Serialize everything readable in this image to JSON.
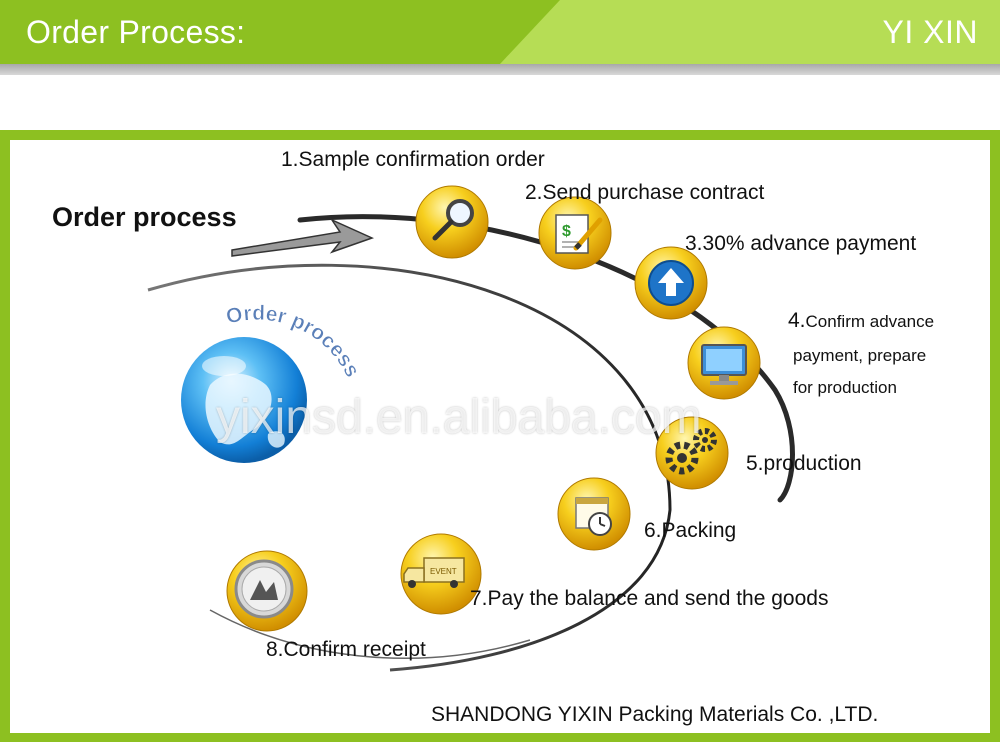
{
  "header": {
    "title": "Order Process:",
    "brand": "YI XIN"
  },
  "diagram": {
    "heading": "Order process",
    "globe_label": "Order process",
    "steps": [
      {
        "label": "1.Sample confirmation order",
        "icon": "magnifier-icon"
      },
      {
        "label": "2.Send purchase contract",
        "icon": "contract-pen-icon"
      },
      {
        "label": "3.30% advance payment",
        "icon": "upload-arrow-icon"
      },
      {
        "label_lines": [
          "4.Confirm advance",
          "payment, prepare",
          "for production"
        ],
        "icon": "monitor-icon"
      },
      {
        "label": "5.production",
        "icon": "gears-icon"
      },
      {
        "label": "6.Packing",
        "icon": "calendar-clock-icon"
      },
      {
        "label": "7.Pay the balance and send the goods",
        "icon": "delivery-truck-icon"
      },
      {
        "label": "8.Confirm receipt",
        "icon": "coin-icon"
      }
    ],
    "truck_text": "EVENT"
  },
  "watermark": "yixinsd.en.alibaba.com",
  "company": "SHANDONG YIXIN Packing Materials Co. ,LTD.",
  "colors": {
    "header_green": "#8dc021",
    "header_light_green": "#b6dd55",
    "badge_gold": "#f0b80a",
    "globe_blue": "#1e90e0"
  }
}
